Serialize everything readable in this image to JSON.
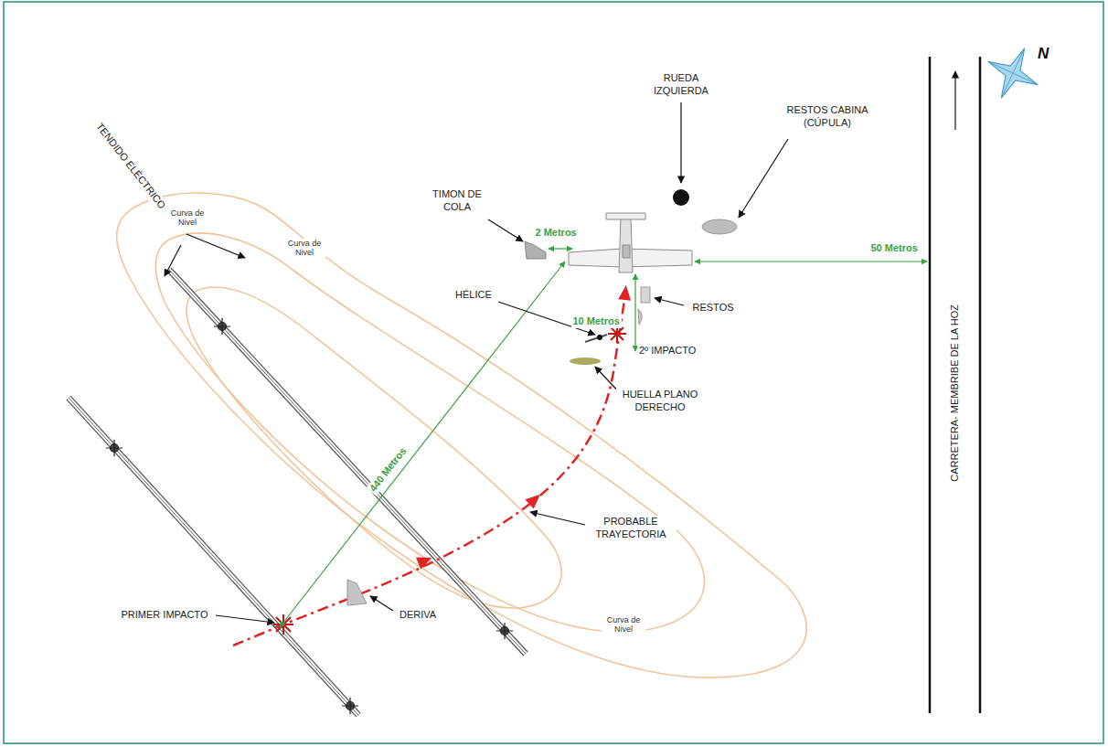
{
  "diagram": {
    "labels": [
      "N",
      "RUEDA IZQUIERDA",
      "RESTOS CABINA (CÚPULA)",
      "TIMON DE COLA",
      "2 Metros",
      "Curva de Nivel",
      "Curva de Nivel",
      "50 Metros",
      "CARRETERA- MEMBRIBE DE LA HOZ",
      "RESTOS",
      "HÉLICE",
      "10 Metros",
      "TENDIDO ELÉCTRICO",
      "2º IMPACTO",
      "HUELLA PLANO DERECHO",
      "440 Metros",
      "PROBABLE TRAYECTORIA",
      "PRIMER IMPACTO",
      "DERIVA",
      "Curva de Nivel"
    ]
  }
}
